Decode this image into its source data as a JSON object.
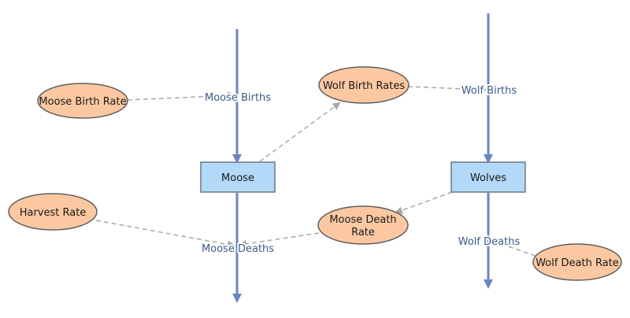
{
  "diagram": {
    "stocks": [
      {
        "id": "moose",
        "label": "Moose"
      },
      {
        "id": "wolves",
        "label": "Wolves"
      }
    ],
    "flows": [
      {
        "id": "moose-births",
        "label": "Moose Births"
      },
      {
        "id": "moose-deaths",
        "label": "Moose Deaths"
      },
      {
        "id": "wolf-births",
        "label": "Wolf Births"
      },
      {
        "id": "wolf-deaths",
        "label": "Wolf Deaths"
      }
    ],
    "variables": [
      {
        "id": "moose-birth-rate",
        "label": "Moose Birth Rate"
      },
      {
        "id": "harvest-rate",
        "label": "Harvest Rate"
      },
      {
        "id": "wolf-birth-rates",
        "label": "Wolf Birth Rates"
      },
      {
        "id": "moose-death-rate",
        "label_line1": "Moose Death",
        "label_line2": "Rate"
      },
      {
        "id": "wolf-death-rate",
        "label": "Wolf Death Rate"
      }
    ],
    "colors": {
      "flow": "#6a86c2",
      "flow_text": "#3d5a8a",
      "stock_fill": "#b2d9f7",
      "stock_stroke": "#6d7784",
      "variable_fill": "#fcc8a2",
      "variable_stroke": "#5e5e5e",
      "link": "#a9a9a9"
    }
  }
}
